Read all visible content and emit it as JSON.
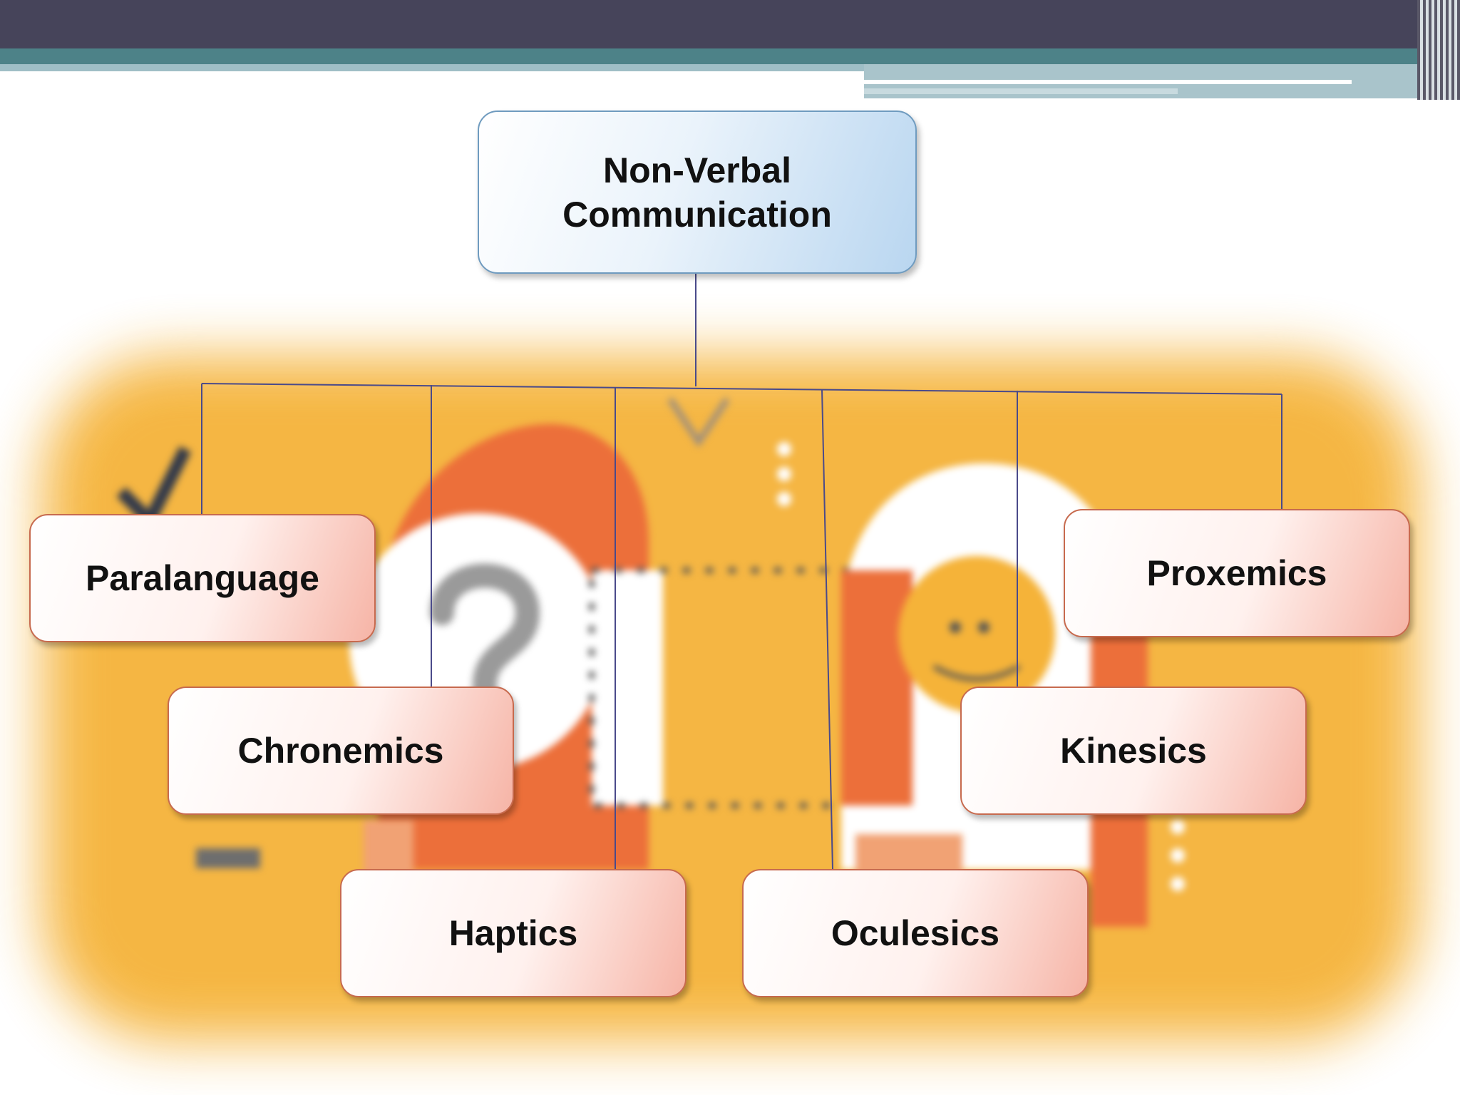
{
  "root": {
    "label": "Non-Verbal Communication"
  },
  "children": [
    {
      "label": "Paralanguage"
    },
    {
      "label": "Chronemics"
    },
    {
      "label": "Haptics"
    },
    {
      "label": "Oculesics"
    },
    {
      "label": "Kinesics"
    },
    {
      "label": "Proxemics"
    }
  ],
  "colors": {
    "header": "#46445a",
    "accent_band": "#4d8288",
    "root_fill": "#b9d6f0",
    "child_fill": "#f6b4a6",
    "connector": "#4a4a8a",
    "illustration_bg": "#f5b339",
    "illustration_head": "#ec6f3a"
  }
}
